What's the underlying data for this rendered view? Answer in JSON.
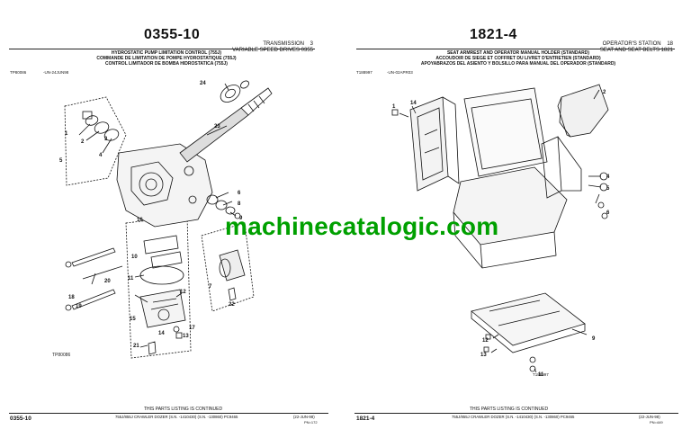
{
  "left": {
    "page_number": "0355-10",
    "section": "TRANSMISSION",
    "section_num": "3",
    "group": "VARIABLE SPEED DRIVES 0355",
    "title_lines": [
      "HYDROSTATIC PUMP LIMITATION CONTROL (755J)",
      "COMMANDE DE LIMITATION DE POMPE HYDROSTATIQUE (755J)",
      "CONTROL LIMITADOR DE BOMBA HIDROSTATICA (755J)"
    ],
    "fig_ref": "TP80086",
    "fig_date": "-UN-24JUN98",
    "fig_ref_bottom": "TP80086",
    "callouts": [
      "1",
      "2",
      "3",
      "4",
      "5",
      "6",
      "7",
      "8",
      "9",
      "10",
      "11",
      "12",
      "13",
      "14",
      "15",
      "16",
      "17",
      "18",
      "19",
      "20",
      "21",
      "22",
      "23",
      "24"
    ],
    "continued": "THIS PARTS LISTING IS CONTINUED",
    "footer_center": "755J/855J CRAWLER DOZER (S.N. -1410430) (S.N. -130860)   PC9465",
    "footer_date": "(22-JUN-98)",
    "footer_pn": "PN=172",
    "footer_page": "0355-10"
  },
  "right": {
    "page_number": "1821-4",
    "section": "OPERATOR'S STATION",
    "section_num": "18",
    "group": "SEAT AND SEAT BELTS 1821",
    "title_lines": [
      "SEAT ARMREST AND OPERATOR MANUAL HOLDER (STANDARD)",
      "ACCOUDOIR DE SIEGE ET COFFRET DU LIVRET D'ENTRETIEN (STANDARD)",
      "APOYABRAZOS DEL ASIENTO Y BOLSILLO PARA MANUAL DEL OPERADOR (STANDARD)"
    ],
    "fig_ref": "T188997",
    "fig_date": "-UN-02APR03",
    "fig_ref_bottom": "T188997",
    "callouts": [
      "1",
      "2",
      "4",
      "5",
      "6",
      "9",
      "11",
      "12",
      "13",
      "14"
    ],
    "continued": "THIS PARTS LISTING IS CONTINUED",
    "footer_center": "755J/855J CRAWLER DOZER (S.N. -1410430) (S.N. -130860)   PC9465",
    "footer_date": "(22-JUN-98)",
    "footer_pn": "PN=449",
    "footer_page": "1821-4"
  },
  "watermark": "machinecatalogic.com",
  "colors": {
    "watermark": "#00a000",
    "ink": "#111111"
  }
}
